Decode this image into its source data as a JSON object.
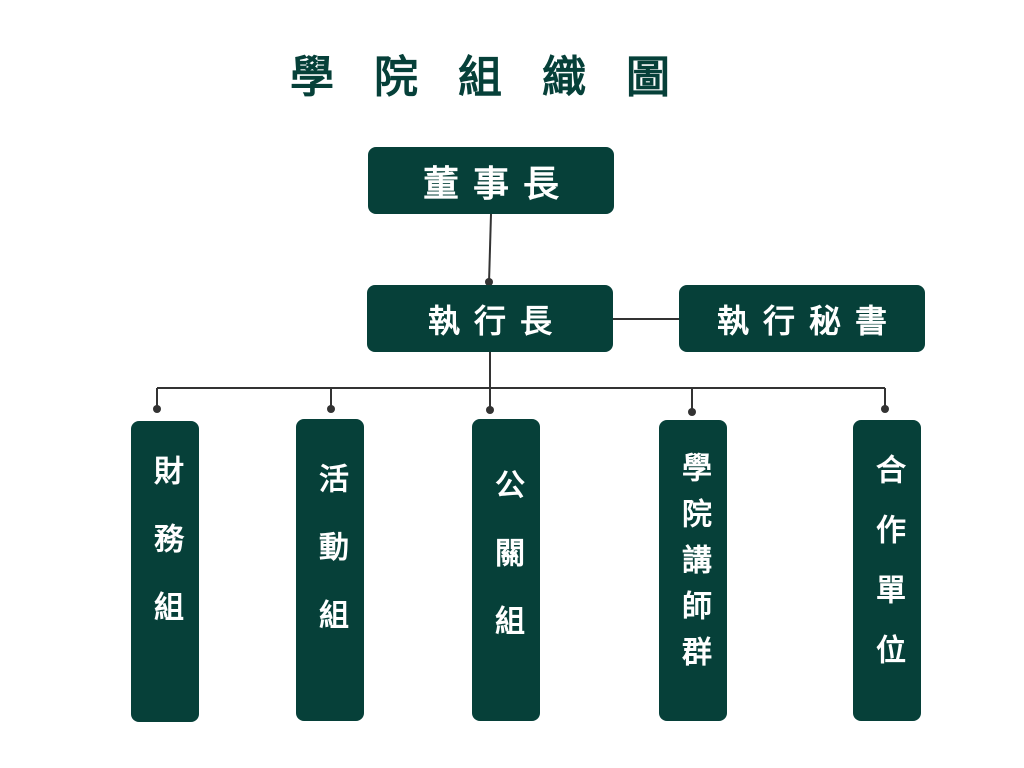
{
  "title": "學院組織圖",
  "chairman": "董事長",
  "ceo": "執行長",
  "secretary": "執行秘書",
  "departments": [
    {
      "label": "財務組"
    },
    {
      "label": "活動組"
    },
    {
      "label": "公關組"
    },
    {
      "label": "學院講師群"
    },
    {
      "label": "合作單位"
    }
  ],
  "colors": {
    "box": "#064039",
    "line": "#333333",
    "text": "#ffffff"
  }
}
